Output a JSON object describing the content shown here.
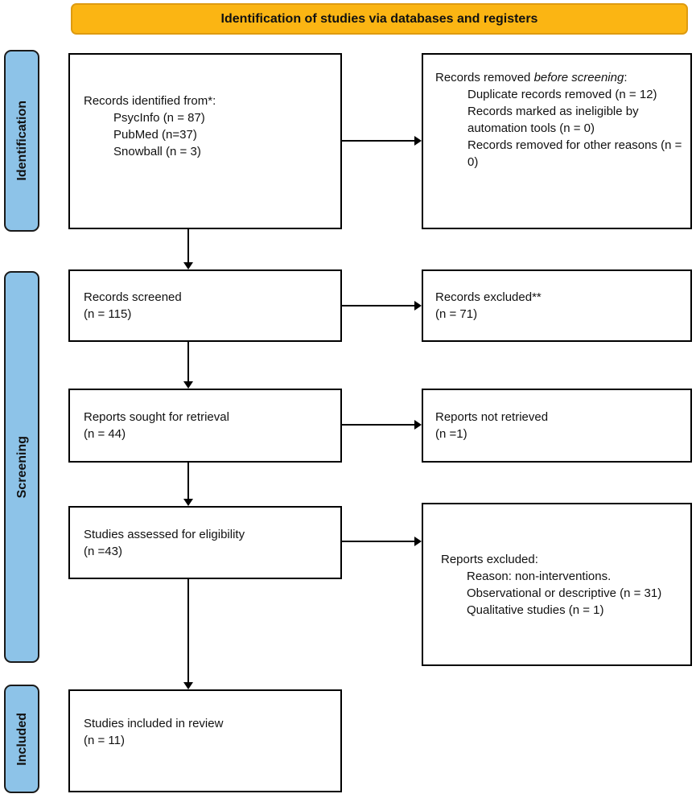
{
  "colors": {
    "header-bg": "#fbb513",
    "header-border": "#de9b10",
    "sidebar-bg": "#8dc3e8",
    "sidebar-border": "#1a1a1a",
    "box-border": "#000000",
    "line": "#000000"
  },
  "header": {
    "title": "Identification of studies via databases and registers"
  },
  "sidebar": {
    "labels": {
      "identification": "Identification",
      "screening": "Screening",
      "included": "Included"
    }
  },
  "boxes": {
    "records_identified": {
      "title": "Records identified from*:",
      "items": [
        "PsycInfo (n = 87)",
        "PubMed (n=37)",
        "Snowball (n = 3)"
      ]
    },
    "records_removed": {
      "title_normal": "Records removed ",
      "title_italic": "before screening",
      "title_suffix": ":",
      "items": [
        "Duplicate records removed (n = 12)",
        "Records marked as ineligible by automation tools (n = 0)",
        "Records removed for other reasons (n = 0)"
      ]
    },
    "records_screened": {
      "line1": "Records screened",
      "line2": "(n = 115)"
    },
    "records_excluded": {
      "line1": "Records excluded**",
      "line2": "(n = 71)"
    },
    "reports_sought": {
      "line1": "Reports sought for retrieval",
      "line2": "(n = 44)"
    },
    "reports_not_retrieved": {
      "line1": "Reports not retrieved",
      "line2": "(n =1)"
    },
    "studies_assessed": {
      "line1": "Studies assessed for eligibility",
      "line2": "(n =43)"
    },
    "reports_excluded": {
      "title": "Reports excluded:",
      "items": [
        "Reason: non-interventions. Observational or descriptive (n = 31)",
        "Qualitative studies (n = 1)"
      ]
    },
    "studies_included": {
      "line1": "Studies included in review",
      "line2": "(n = 11)"
    }
  }
}
